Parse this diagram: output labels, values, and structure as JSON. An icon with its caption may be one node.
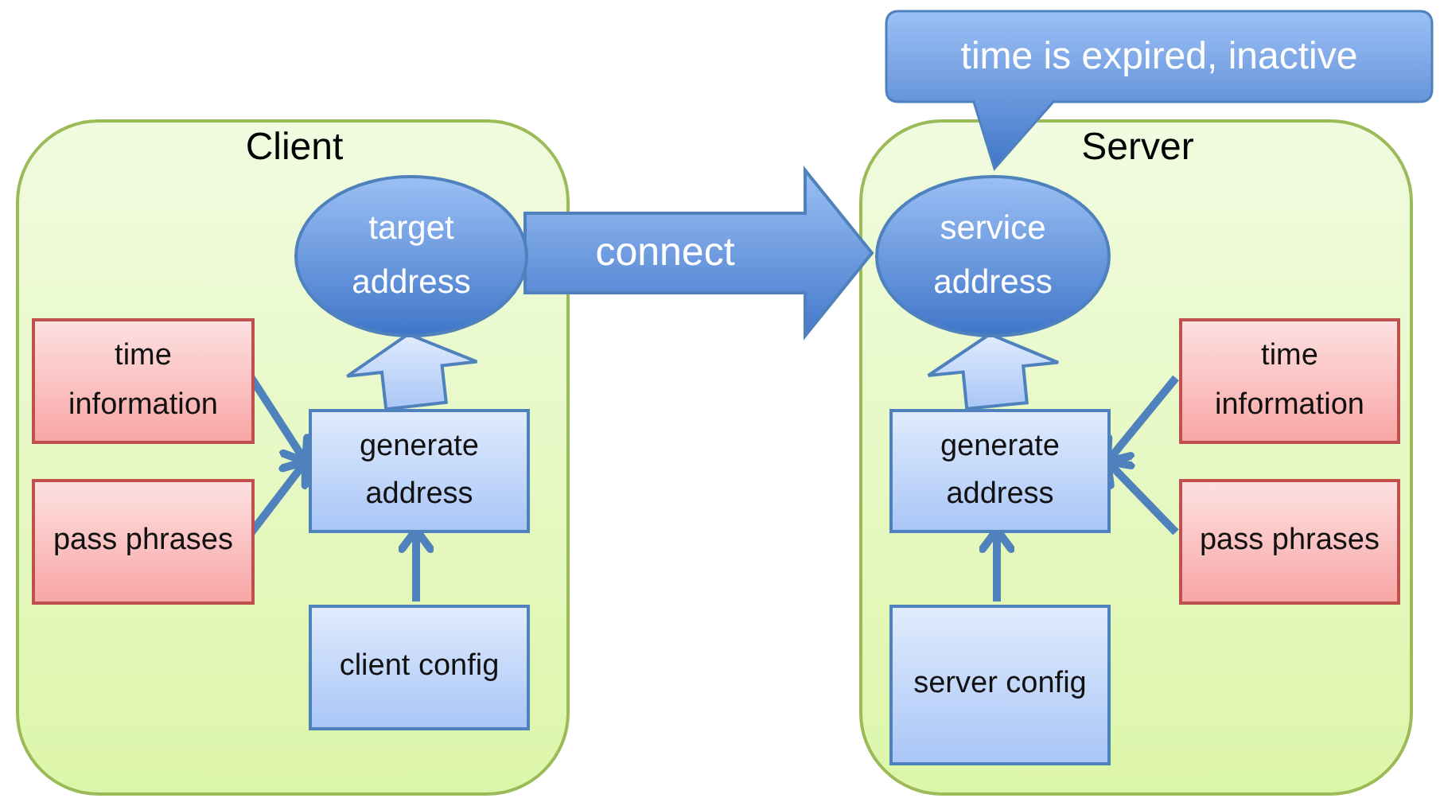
{
  "diagram": {
    "nodes": [
      {
        "text": [
          "Client"
        ]
      },
      {
        "text": [
          "target address"
        ],
        "in": 0
      },
      {
        "text": [
          "time information"
        ],
        "in": 0
      },
      {
        "text": [
          "pass phrases"
        ],
        "in": 0
      },
      {
        "text": [
          "generate address"
        ],
        "in": 0
      },
      {
        "text": [
          "client config"
        ],
        "in": 0
      },
      {
        "text": [
          "Server"
        ]
      },
      {
        "text": [
          "service address"
        ],
        "in": 6
      },
      {
        "text": [
          "time information"
        ],
        "in": 6
      },
      {
        "text": [
          "pass phrases"
        ],
        "in": 6
      },
      {
        "text": [
          "generate address"
        ],
        "in": 6
      },
      {
        "text": [
          "server config"
        ],
        "in": 6
      },
      {
        "text": [
          "time is expired, inactive"
        ]
      }
    ],
    "edges": [
      {
        "from": 4,
        "to": 1,
        "arrow": "to",
        "style": "thick"
      },
      {
        "from": 2,
        "to": 4,
        "arrow": "to"
      },
      {
        "from": 3,
        "to": 4,
        "arrow": "to"
      },
      {
        "from": 5,
        "to": 4,
        "arrow": "to"
      },
      {
        "from": 1,
        "to": 7,
        "arrow": "to",
        "style": "thick",
        "label": "connect"
      },
      {
        "from": 10,
        "to": 7,
        "arrow": "to",
        "style": "thick"
      },
      {
        "from": 8,
        "to": 10,
        "arrow": "to"
      },
      {
        "from": 9,
        "to": 10,
        "arrow": "to"
      },
      {
        "from": 11,
        "to": 10,
        "arrow": "to"
      }
    ]
  }
}
